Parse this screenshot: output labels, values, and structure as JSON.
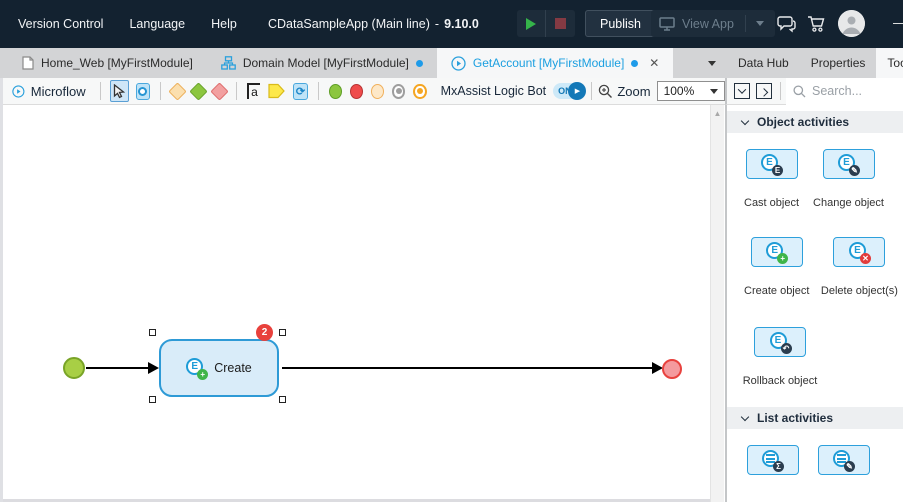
{
  "colors": {
    "topbar_bg": "#132230",
    "accent_blue": "#1e9cd7",
    "active_tab_text": "#1b9fe0",
    "modified_dot": "#1e9be9",
    "run_green": "#35b44a",
    "stop_red": "#843a43",
    "error_badge_red": "#e8413c",
    "node_fill": "#d9ecf9",
    "node_border": "#2e9ad6",
    "start_event_green": "#a8cf45",
    "end_event_red": "#f49a9e",
    "badge_dark": "#2b3d4f",
    "badge_green": "#3fb549",
    "badge_red": "#e23c3c"
  },
  "topbar": {
    "menus": [
      {
        "label": "Version Control"
      },
      {
        "label": "Language"
      },
      {
        "label": "Help"
      }
    ],
    "app_title": "CDataSampleApp (Main line)",
    "title_separator": "-",
    "version": "9.10.0",
    "publish_label": "Publish",
    "view_app_label": "View App",
    "minimize_glyph": "—"
  },
  "tabbar": {
    "document_tabs": [
      {
        "label": "Home_Web [MyFirstModule]",
        "modified": false,
        "active": false
      },
      {
        "label": "Domain Model [MyFirstModule]",
        "modified": true,
        "active": false
      },
      {
        "label": "GetAccount [MyFirstModule]",
        "modified": true,
        "active": true
      }
    ],
    "close_glyph": "✕",
    "panel_tabs": [
      {
        "label": "Data Hub",
        "active": false
      },
      {
        "label": "Properties",
        "active": false
      },
      {
        "label": "Toolbox",
        "active": true
      }
    ]
  },
  "toolbar": {
    "editor_label": "Microflow",
    "assist_label": "MxAssist Logic Bot",
    "assist_state": "ON",
    "zoom_label": "Zoom",
    "zoom_value": "100%",
    "annotation_glyph": "a",
    "loop_glyph": "⟳"
  },
  "toolbox": {
    "search_placeholder": "Search...",
    "sections": [
      {
        "title": "Object activities",
        "items": [
          {
            "label": "Cast object",
            "badge_glyph": "E",
            "kind": "entity"
          },
          {
            "label": "Change object",
            "badge_glyph": "✎",
            "kind": "entity"
          },
          {
            "label": "Create object",
            "badge_glyph": "+",
            "kind": "entity"
          },
          {
            "label": "Delete object(s)",
            "badge_glyph": "✕",
            "kind": "entity"
          },
          {
            "label": "Rollback object",
            "badge_glyph": "↶",
            "kind": "entity"
          }
        ]
      },
      {
        "title": "List activities",
        "items": [
          {
            "label": "",
            "badge_glyph": "Σ",
            "kind": "list"
          },
          {
            "label": "",
            "badge_glyph": "✎",
            "kind": "list"
          }
        ]
      }
    ]
  },
  "canvas": {
    "node_label": "Create",
    "node_error_count": "2",
    "entity_glyph": "E",
    "node_icon_badge": "+"
  },
  "scrollbar": {
    "up_glyph": "▲"
  }
}
